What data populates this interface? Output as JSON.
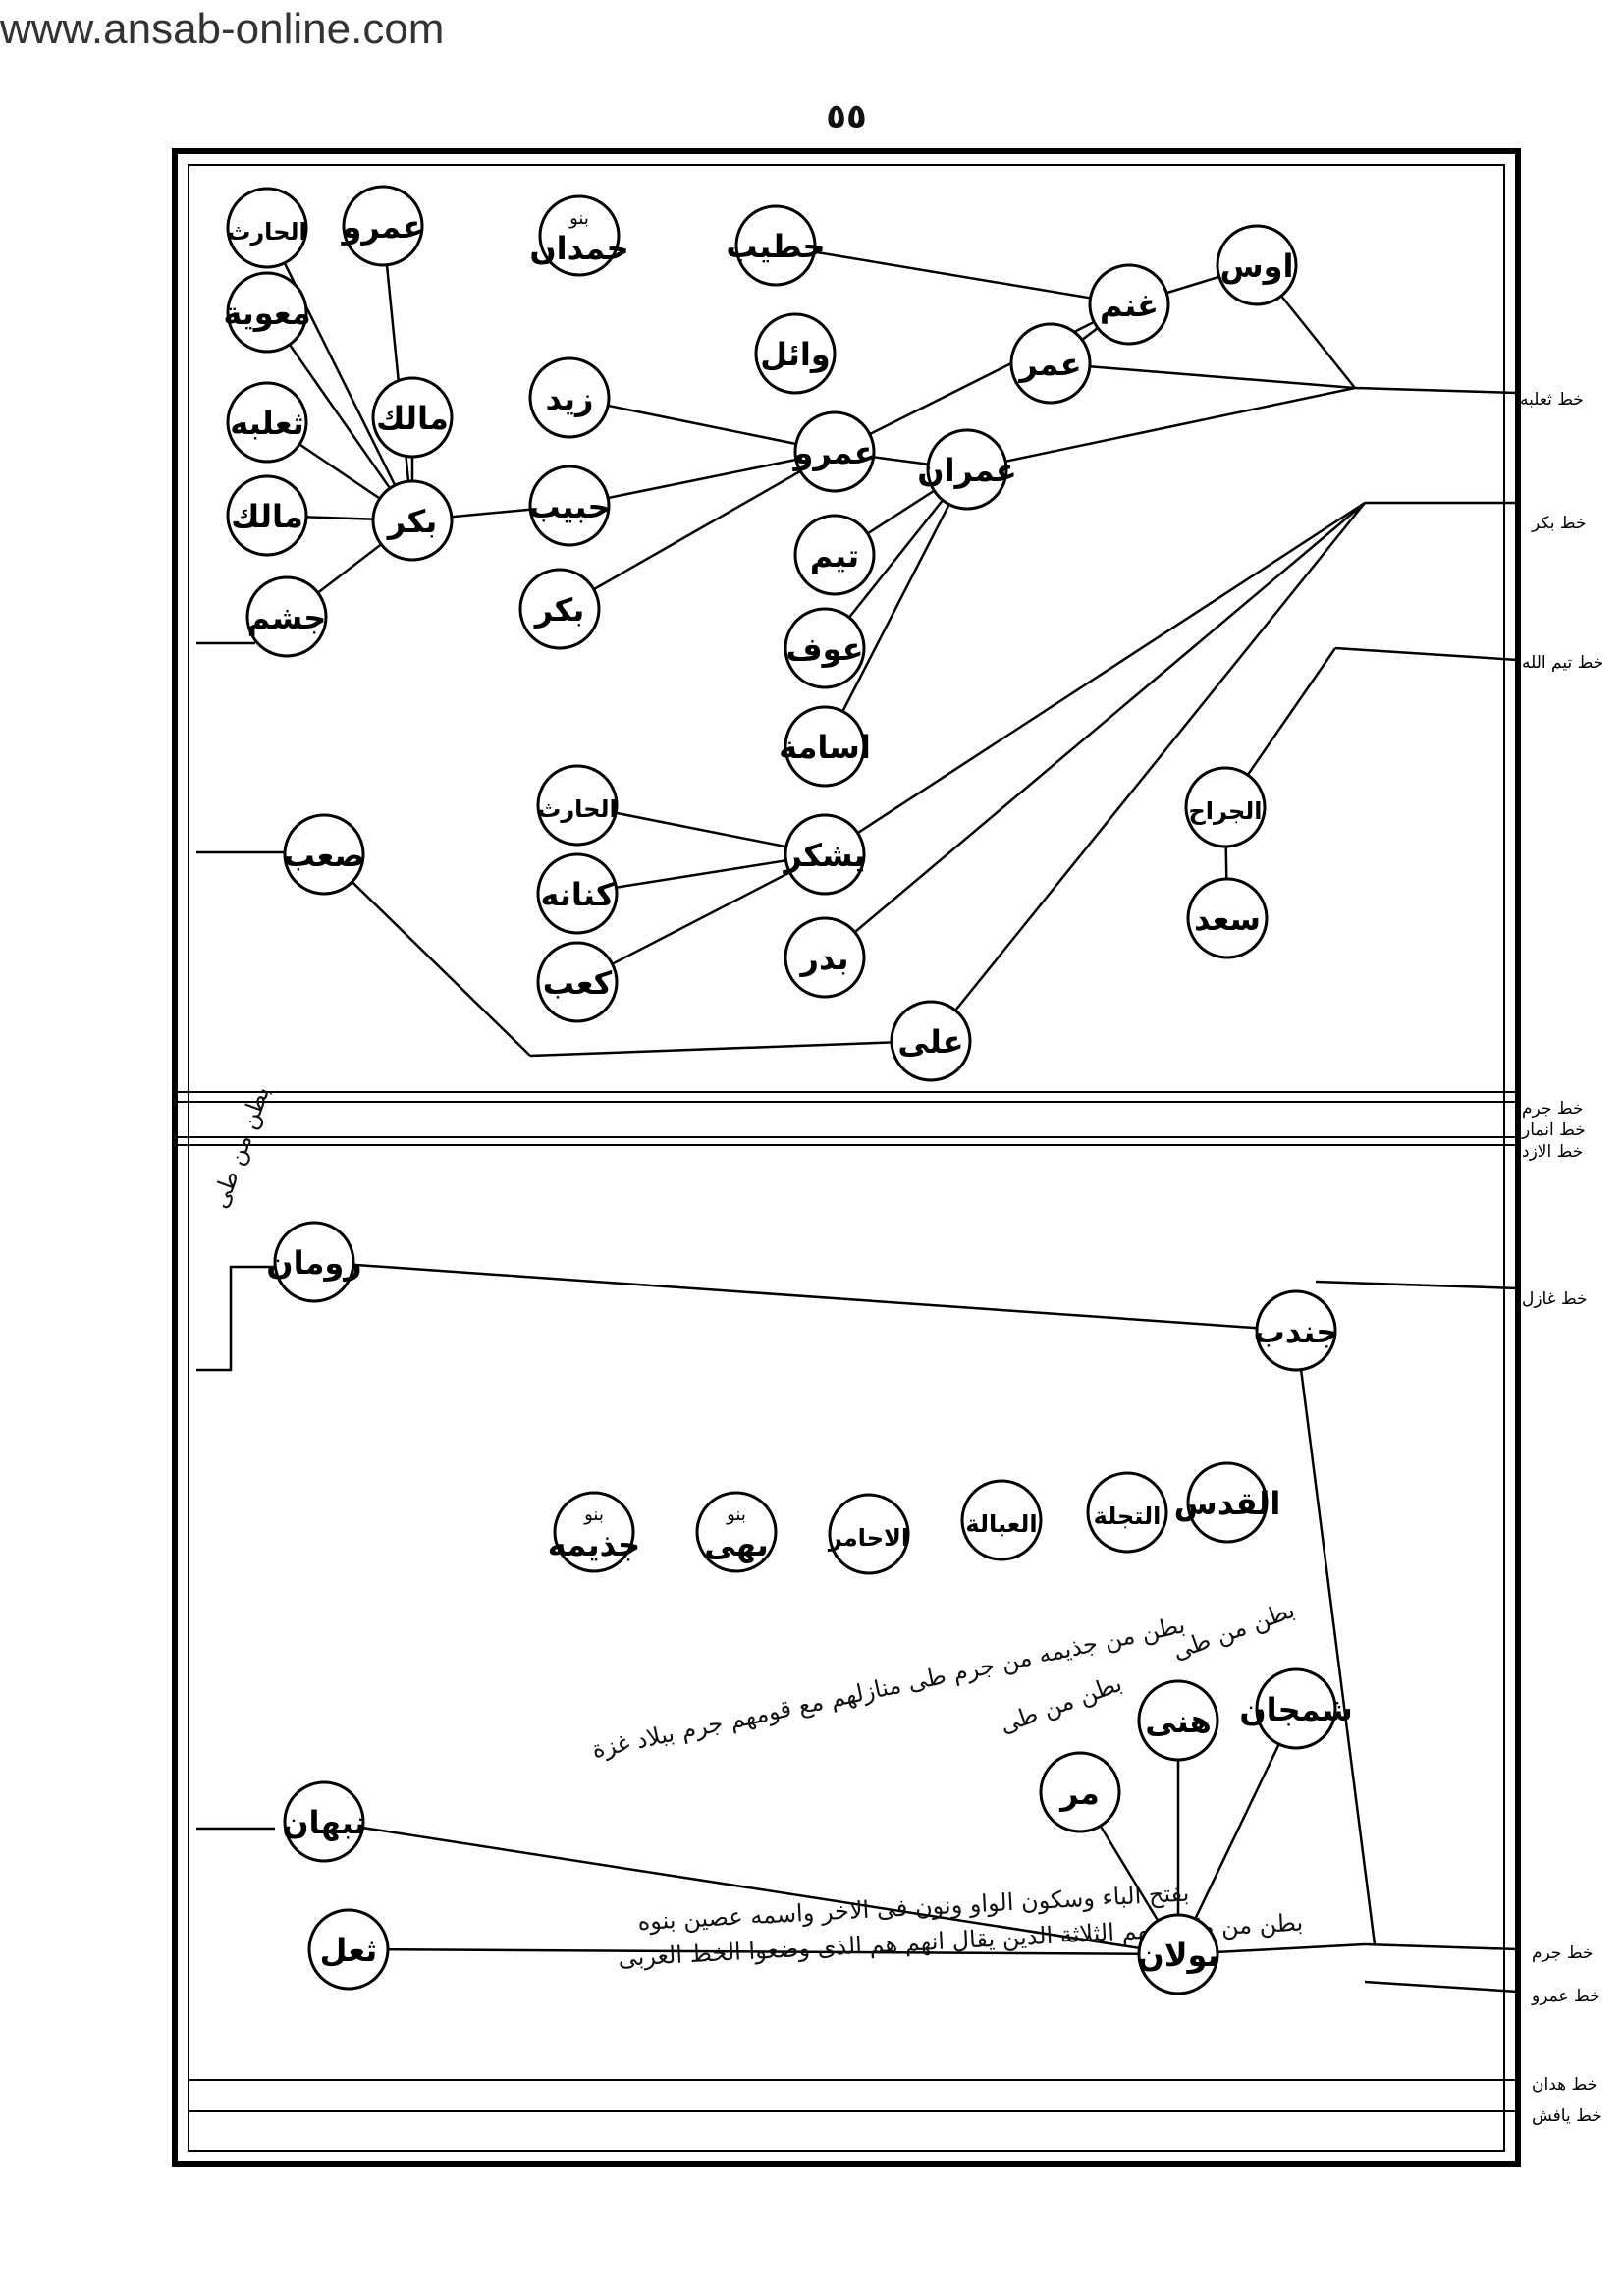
{
  "watermark": "www.ansab-online.com",
  "page_number": "٥٥",
  "lane_labels": [
    {
      "id": "lane-thaalaba",
      "text": "خط ثعلبه"
    },
    {
      "id": "lane-bakr",
      "text": "خط بكر"
    },
    {
      "id": "lane-taymallah",
      "text": "خط تيم الله"
    },
    {
      "id": "lane-jarm",
      "text": "خط جرم"
    },
    {
      "id": "lane-anmar",
      "text": "خط انمار"
    },
    {
      "id": "lane-azd",
      "text": "خط الازد"
    },
    {
      "id": "lane-ghazal",
      "text": "خط غازل"
    },
    {
      "id": "lane-jarm2",
      "text": "خط جرم"
    },
    {
      "id": "lane-amr",
      "text": "خط عمرو"
    },
    {
      "id": "lane-hadan",
      "text": "خط هدان"
    },
    {
      "id": "lane-yafish",
      "text": "خط يافش"
    }
  ],
  "nodes": [
    {
      "id": "aws",
      "name": "اوس"
    },
    {
      "id": "ghanm",
      "name": "غنم"
    },
    {
      "id": "amr1",
      "name": "عمر"
    },
    {
      "id": "amran",
      "name": "عمران"
    },
    {
      "id": "amr2",
      "name": "عمرو"
    },
    {
      "id": "wail",
      "name": "وائل"
    },
    {
      "id": "khatib",
      "name": "حطيب"
    },
    {
      "id": "hamdan",
      "name": "حمدان",
      "sub": "بنو"
    },
    {
      "id": "zayd",
      "name": "زيد"
    },
    {
      "id": "habib",
      "name": "حبيب"
    },
    {
      "id": "bakr1",
      "name": "بكر"
    },
    {
      "id": "taym",
      "name": "تيم"
    },
    {
      "id": "awf",
      "name": "عوف"
    },
    {
      "id": "usama",
      "name": "اسامة"
    },
    {
      "id": "bakr2",
      "name": "بكر"
    },
    {
      "id": "malik1",
      "name": "مالك"
    },
    {
      "id": "amr3",
      "name": "عمرو"
    },
    {
      "id": "harith1",
      "name": "الحارث"
    },
    {
      "id": "muawiya",
      "name": "معوية"
    },
    {
      "id": "thaalaba",
      "name": "ثعلبه"
    },
    {
      "id": "malik2",
      "name": "مالك"
    },
    {
      "id": "jusham",
      "name": "جشم"
    },
    {
      "id": "yashkur",
      "name": "يشكر"
    },
    {
      "id": "harith2",
      "name": "الحارث"
    },
    {
      "id": "kinana",
      "name": "كنانه"
    },
    {
      "id": "kaab",
      "name": "كعب"
    },
    {
      "id": "saab",
      "name": "صعب"
    },
    {
      "id": "badr",
      "name": "بدر"
    },
    {
      "id": "ali",
      "name": "على"
    },
    {
      "id": "jarrah",
      "name": "الجراح"
    },
    {
      "id": "saad",
      "name": "سعد"
    },
    {
      "id": "ruman",
      "name": "رومان"
    },
    {
      "id": "jundub",
      "name": "جندب"
    },
    {
      "id": "quds",
      "name": "القدس"
    },
    {
      "id": "tajlah",
      "name": "التجلة"
    },
    {
      "id": "abala",
      "name": "العبالة"
    },
    {
      "id": "ahmar",
      "name": "الاحامر"
    },
    {
      "id": "buhay",
      "name": "بهى",
      "sub": "بنو"
    },
    {
      "id": "jadhima",
      "name": "جذيمه",
      "sub": "بنو"
    },
    {
      "id": "shamjan",
      "name": "شمجان"
    },
    {
      "id": "hani",
      "name": "هنى"
    },
    {
      "id": "murr",
      "name": "مر"
    },
    {
      "id": "nabhan",
      "name": "نبهان"
    },
    {
      "id": "thual",
      "name": "ثعل"
    },
    {
      "id": "bawlan",
      "name": "بولان"
    }
  ],
  "notes": [
    {
      "id": "note-ruman",
      "text": "بطن من طى"
    },
    {
      "id": "note-hani",
      "text": "بطن من طى"
    },
    {
      "id": "note-murr",
      "text": "بطن من طى"
    },
    {
      "id": "note-jadhima-row",
      "text": "بطن من جذيمه من جرم طى منازلهم مع قومهم جرم ببلاد غزة"
    },
    {
      "id": "note-bawlan-1",
      "text": "بفتح الباء وسكون الواو ونون فى الاخر واسمه عصين بنوه"
    },
    {
      "id": "note-bawlan-2",
      "text": "بطن من طى منهم الثلاثة الذين يقال انهم هم الذى وضعوا الخط العربى"
    }
  ]
}
